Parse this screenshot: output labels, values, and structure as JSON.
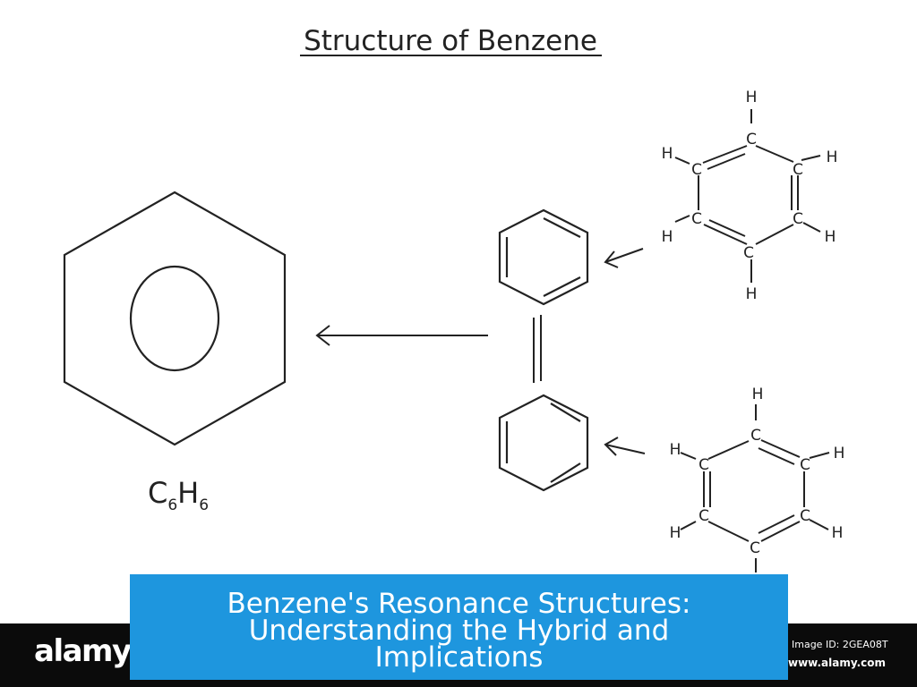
{
  "diagram": {
    "title": "Structure of Benzene",
    "formula": {
      "c": "C",
      "c_sub": "6",
      "h": "H",
      "h_sub": "6"
    },
    "atom_labels": {
      "carbon": "C",
      "hydrogen": "H"
    }
  },
  "watermark": {
    "logo": "alamy",
    "image_id": "Image ID: 2GEA08T",
    "url": "www.alamy.com"
  },
  "caption": {
    "line1": "Benzene's Resonance Structures:",
    "line2": "Understanding the Hybrid and",
    "line3": "Implications"
  },
  "colors": {
    "line": "#222222",
    "banner": "#1e96de",
    "footer": "#0b0b0b"
  }
}
